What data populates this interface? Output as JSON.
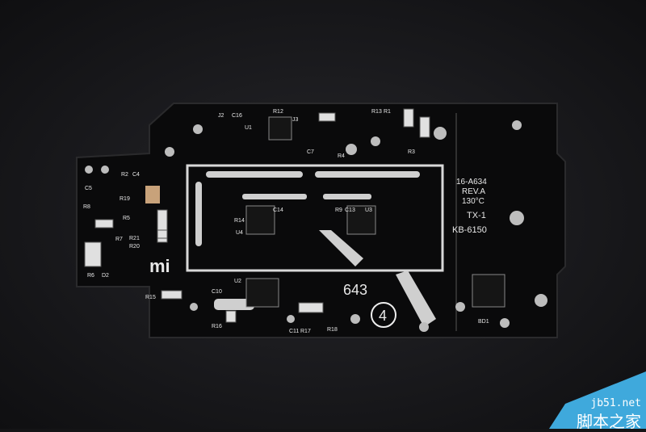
{
  "board": {
    "logo": "mi",
    "marking_lines": [
      "16-A634",
      "REV.A",
      "130°C",
      "TX-1",
      "KB-6150"
    ],
    "batch": "643",
    "circled_number": "4",
    "labels": [
      {
        "t": "J2"
      },
      {
        "t": "C16"
      },
      {
        "t": "R12"
      },
      {
        "t": "U1"
      },
      {
        "t": "J3"
      },
      {
        "t": "R13"
      },
      {
        "t": "R1"
      },
      {
        "t": "R3"
      },
      {
        "t": "C5"
      },
      {
        "t": "R2"
      },
      {
        "t": "C4"
      },
      {
        "t": "R19"
      },
      {
        "t": "R8"
      },
      {
        "t": "R5"
      },
      {
        "t": "R7"
      },
      {
        "t": "R21"
      },
      {
        "t": "R20"
      },
      {
        "t": "R6"
      },
      {
        "t": "D2"
      },
      {
        "t": "R14"
      },
      {
        "t": "C14"
      },
      {
        "t": "U4"
      },
      {
        "t": "R9"
      },
      {
        "t": "C13"
      },
      {
        "t": "U3"
      },
      {
        "t": "U2"
      },
      {
        "t": "C10"
      },
      {
        "t": "R15"
      },
      {
        "t": "R16"
      },
      {
        "t": "C11"
      },
      {
        "t": "R17"
      },
      {
        "t": "R18"
      },
      {
        "t": "BD1"
      },
      {
        "t": "C7"
      },
      {
        "t": "R4"
      }
    ]
  },
  "watermark": {
    "url": "jb51.net",
    "name": "脚本之家"
  },
  "colors": {
    "pcb": "#0b0b0c",
    "silk": "#e8e8e8",
    "solder": "#c9c9c9",
    "watermark": "#3fa9dc"
  }
}
